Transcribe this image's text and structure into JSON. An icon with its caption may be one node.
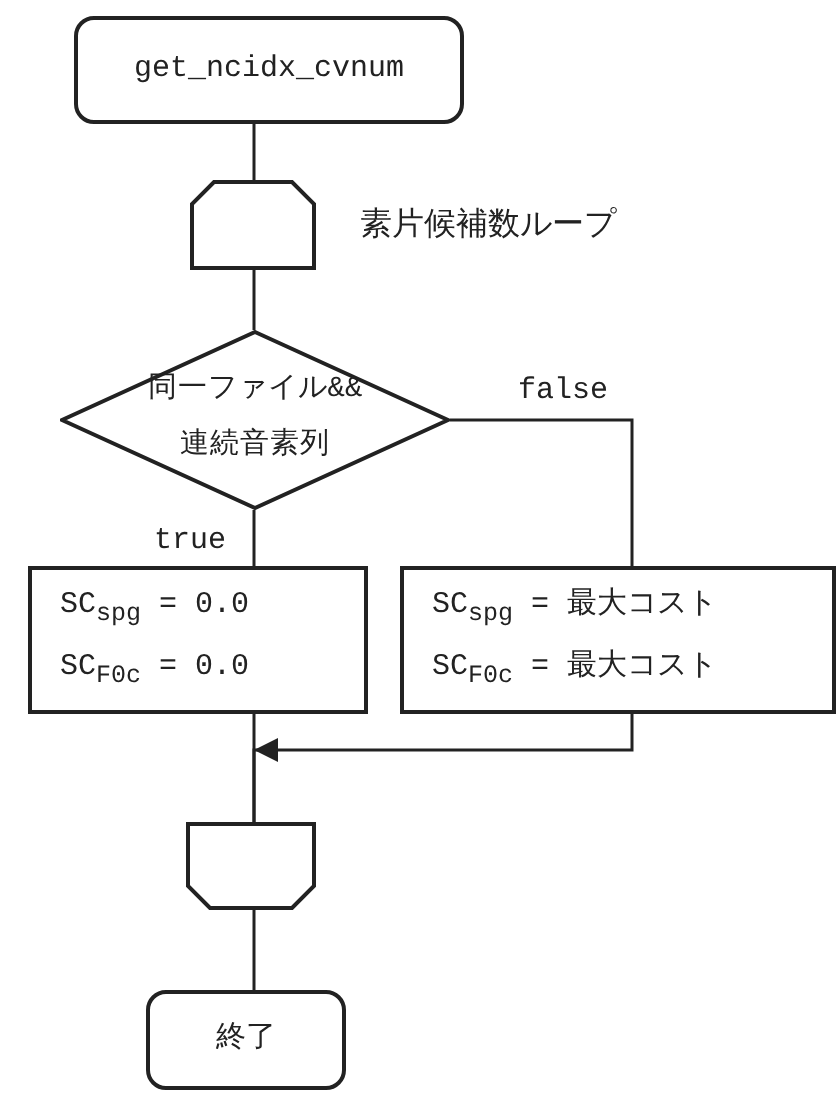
{
  "diagram": {
    "nodes": [
      {
        "text": [
          "get_ncidx_cvnum"
        ]
      },
      {
        "text": [],
        "shape": "loop-start",
        "beside": [
          "素片候補数ループ"
        ]
      },
      {
        "text": [
          "同一ファイル&&連続音素列"
        ]
      },
      {
        "text": [
          "SC$_{spg}$ = 0.0",
          "SC$_{F0c}$ = 0.0"
        ]
      },
      {
        "text": [
          "SC$_{spg}$ = 最大コスト",
          "SC$_{F0c}$ = 最大コスト"
        ]
      },
      {
        "text": [],
        "shape": "loop-end"
      },
      {
        "text": [
          "終了"
        ]
      }
    ],
    "edges": [
      {
        "from": 0,
        "to": 1,
        "arrow": "none"
      },
      {
        "from": 1,
        "to": 2,
        "arrow": "none"
      },
      {
        "from": 2,
        "to": 3,
        "arrow": "none",
        "label": "true"
      },
      {
        "from": 2,
        "to": 4,
        "arrow": "none",
        "label": "false"
      },
      {
        "from": 3,
        "to": 5,
        "arrow": "none"
      },
      {
        "from": 4,
        "to": 5,
        "arrow": "to"
      },
      {
        "from": 5,
        "to": 6,
        "arrow": "none"
      }
    ]
  }
}
